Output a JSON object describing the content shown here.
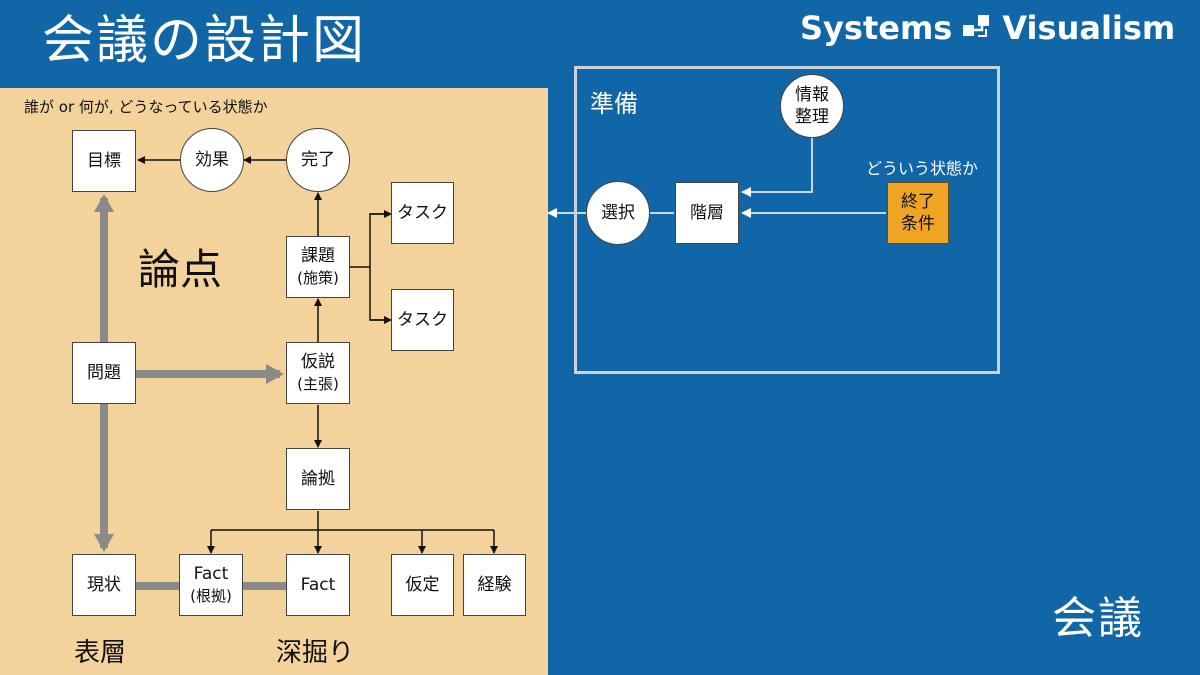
{
  "header": {
    "title": "会議の設計図",
    "brand": "Systems",
    "brand_suffix": "Visualism"
  },
  "panel": {
    "caption": "誰が or 何が, どうなっている状態か",
    "issue_label": "論点",
    "surface_label": "表層",
    "deep_label": "深掘り"
  },
  "nodes": {
    "goal": "目標",
    "effect": "効果",
    "done": "完了",
    "task1": "タスク",
    "task2": "タスク",
    "subject": "課題",
    "subject_sub": "(施策)",
    "problem": "問題",
    "hypothesis": "仮説",
    "hypothesis_sub": "(主張)",
    "grounds": "論拠",
    "current": "現状",
    "fact1": "Fact",
    "fact1_sub": "(根拠)",
    "fact2": "Fact",
    "assumption": "仮定",
    "experience": "経験"
  },
  "prep": {
    "label": "準備",
    "info_line1": "情報",
    "info_line2": "整理",
    "state_label": "どういう状態か",
    "end_line1": "終了",
    "end_line2": "条件",
    "hierarchy": "階層",
    "select": "選択"
  },
  "footer": {
    "meeting": "会議"
  },
  "colors": {
    "background": "#1166a8",
    "panel": "#f3d29c",
    "accent_orange": "#f0a424",
    "frame": "#c8d3dc",
    "thick_arrow": "#8a8a8a"
  }
}
